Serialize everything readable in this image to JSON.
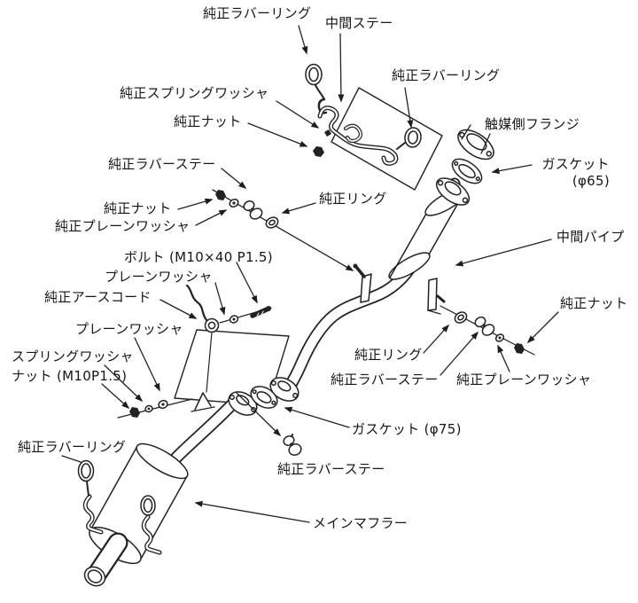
{
  "colors": {
    "line": "#222222",
    "text": "#161616",
    "background": "#ffffff"
  },
  "labels": [
    {
      "text": "純正ラバーリング"
    },
    {
      "text": "中間ステー"
    },
    {
      "text": "純正ラバーリング"
    },
    {
      "text": "触媒側フランジ"
    },
    {
      "text": "ガスケット\n(φ65)"
    },
    {
      "text": "純正スプリングワッシャ"
    },
    {
      "text": "純正ナット"
    },
    {
      "text": "純正ラバーステー"
    },
    {
      "text": "純正ナット"
    },
    {
      "text": "純正プレーンワッシャ"
    },
    {
      "text": "ボルト (M10×40 P1.5)"
    },
    {
      "text": "プレーンワッシャ"
    },
    {
      "text": "純正アースコード"
    },
    {
      "text": "プレーンワッシャ"
    },
    {
      "text": "スプリングワッシャ"
    },
    {
      "text": "ナット (M10P1.5)"
    },
    {
      "text": "純正ラバーリング"
    },
    {
      "text": "純正リング"
    },
    {
      "text": "中間パイプ"
    },
    {
      "text": "純正ナット"
    },
    {
      "text": "純正リング"
    },
    {
      "text": "純正ラバーステー"
    },
    {
      "text": "純正プレーンワッシャ"
    },
    {
      "text": "ガスケット (φ75)"
    },
    {
      "text": "純正ラバーステー"
    },
    {
      "text": "メインマフラー"
    }
  ]
}
